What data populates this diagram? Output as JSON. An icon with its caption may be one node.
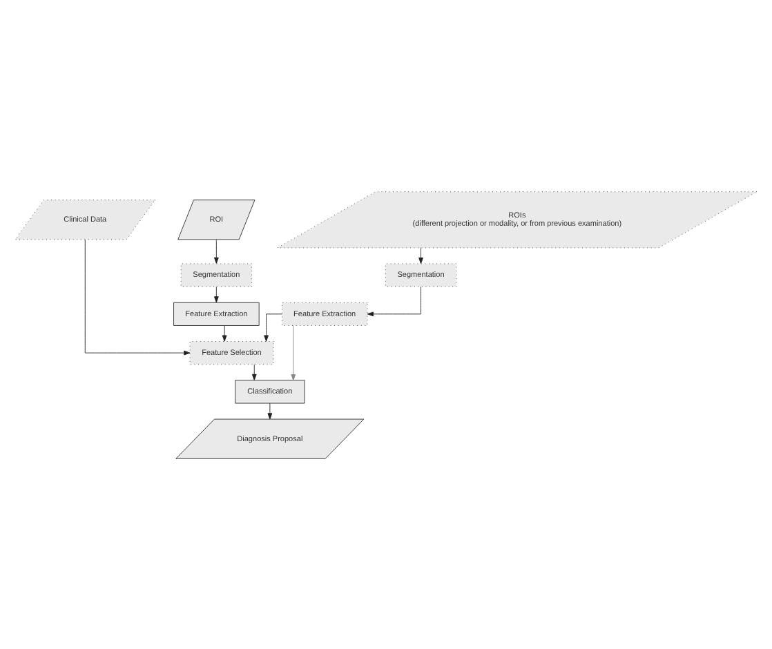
{
  "diagram": {
    "nodes": [
      {
        "text": [
          "Clinical Data"
        ]
      },
      {
        "text": [
          "ROI"
        ]
      },
      {
        "text": [
          "ROIs",
          "(different projection or modality, or from previous examination)"
        ]
      },
      {
        "text": [
          "Segmentation"
        ]
      },
      {
        "text": [
          "Segmentation"
        ]
      },
      {
        "text": [
          "Feature Extraction"
        ]
      },
      {
        "text": [
          "Feature Extraction"
        ]
      },
      {
        "text": [
          "Feature Selection"
        ]
      },
      {
        "text": [
          "Classification"
        ]
      },
      {
        "text": [
          "Diagnosis Proposal"
        ]
      }
    ],
    "edges": [
      {
        "from": 0,
        "to": 7,
        "arrow": "to"
      },
      {
        "from": 1,
        "to": 3,
        "arrow": "to"
      },
      {
        "from": 2,
        "to": 4,
        "arrow": "to"
      },
      {
        "from": 3,
        "to": 5,
        "arrow": "to"
      },
      {
        "from": 4,
        "to": 6,
        "arrow": "to"
      },
      {
        "from": 5,
        "to": 7,
        "arrow": "to"
      },
      {
        "from": 6,
        "to": 7,
        "arrow": "to"
      },
      {
        "from": 7,
        "to": 8,
        "arrow": "to"
      },
      {
        "from": 6,
        "to": 8,
        "arrow": "to",
        "color": "#888888"
      },
      {
        "from": 8,
        "to": 9,
        "arrow": "to"
      }
    ]
  }
}
